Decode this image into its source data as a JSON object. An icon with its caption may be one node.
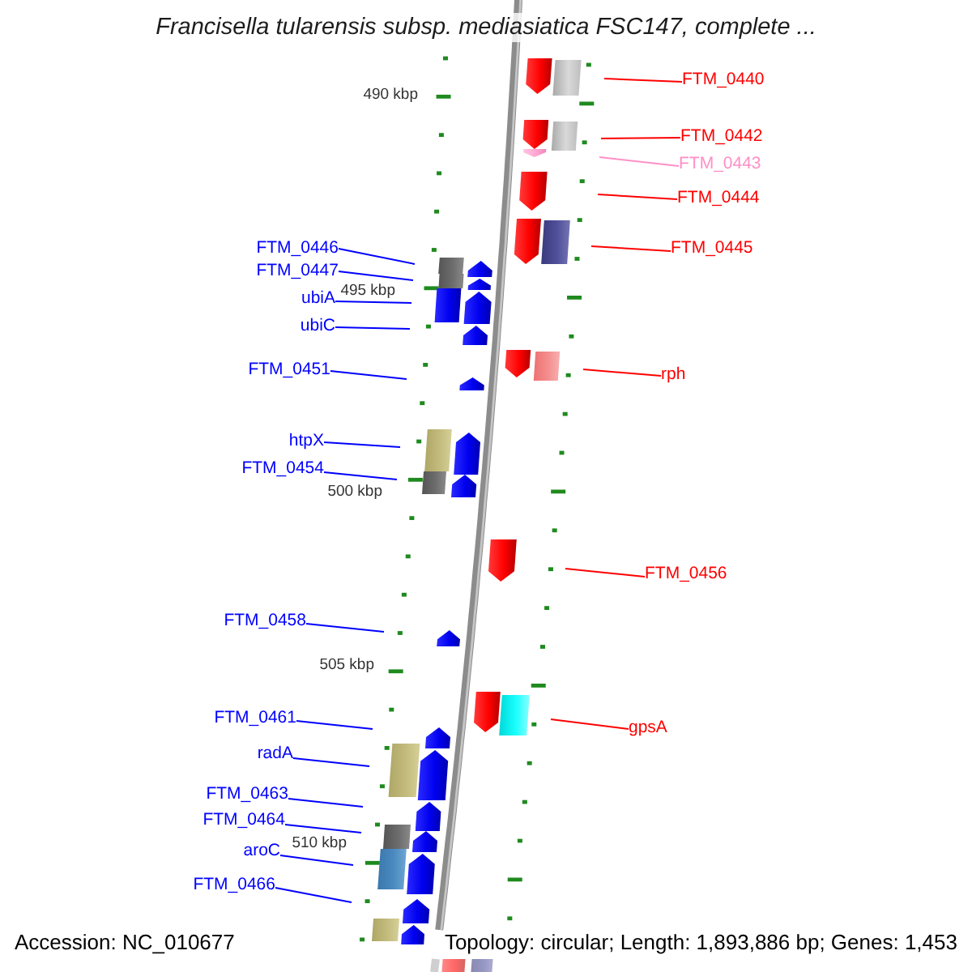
{
  "diagram": {
    "title": "Francisella tularensis subsp. mediasiatica FSC147, complete ...",
    "nodes": [
      {
        "text": [
          "FTM_0440"
        ]
      },
      {
        "text": [
          "FTM_0442"
        ]
      },
      {
        "text": [
          "FTM_0443"
        ]
      },
      {
        "text": [
          "FTM_0444"
        ]
      },
      {
        "text": [
          "FTM_0446"
        ]
      },
      {
        "text": [
          "FTM_0445"
        ]
      },
      {
        "text": [
          "FTM_0447"
        ]
      },
      {
        "text": [
          "ubiA"
        ]
      },
      {
        "text": [
          "ubiC"
        ]
      },
      {
        "text": [
          "FTM_0451"
        ]
      },
      {
        "text": [
          "rph"
        ]
      },
      {
        "text": [
          "htpX"
        ]
      },
      {
        "text": [
          "FTM_0454"
        ]
      },
      {
        "text": [
          "FTM_0456"
        ]
      },
      {
        "text": [
          "FTM_0458"
        ]
      },
      {
        "text": [
          "FTM_0461"
        ]
      },
      {
        "text": [
          "gpsA"
        ]
      },
      {
        "text": [
          "radA"
        ]
      },
      {
        "text": [
          "FTM_0463"
        ]
      },
      {
        "text": [
          "FTM_0464"
        ]
      },
      {
        "text": [
          "aroC"
        ]
      },
      {
        "text": [
          "FTM_0466"
        ]
      }
    ],
    "edges": [
      {
        "from": 0,
        "to": null,
        "arrow": "none",
        "color": "#ff0000"
      },
      {
        "from": 1,
        "to": null,
        "arrow": "none",
        "color": "#ff0000"
      },
      {
        "from": 2,
        "to": null,
        "arrow": "none",
        "color": "#ff8fc7"
      },
      {
        "from": 3,
        "to": null,
        "arrow": "none",
        "color": "#ff0000"
      },
      {
        "from": 4,
        "to": null,
        "arrow": "none"
      },
      {
        "from": 5,
        "to": null,
        "arrow": "none",
        "color": "#ff0000"
      },
      {
        "from": 6,
        "to": null,
        "arrow": "none"
      },
      {
        "from": 7,
        "to": null,
        "arrow": "none"
      },
      {
        "from": 8,
        "to": null,
        "arrow": "none"
      },
      {
        "from": 9,
        "to": null,
        "arrow": "none"
      },
      {
        "from": 10,
        "to": null,
        "arrow": "none",
        "color": "#ff0000"
      },
      {
        "from": 11,
        "to": null,
        "arrow": "none"
      },
      {
        "from": 12,
        "to": null,
        "arrow": "none"
      },
      {
        "from": 13,
        "to": null,
        "arrow": "none",
        "color": "#ff0000"
      },
      {
        "from": 14,
        "to": null,
        "arrow": "none"
      },
      {
        "from": 15,
        "to": null,
        "arrow": "none"
      },
      {
        "from": 16,
        "to": null,
        "arrow": "none",
        "color": "#ff0000"
      },
      {
        "from": 17,
        "to": null,
        "arrow": "none"
      },
      {
        "from": 18,
        "to": null,
        "arrow": "none"
      },
      {
        "from": 19,
        "to": null,
        "arrow": "none"
      },
      {
        "from": 20,
        "to": null,
        "arrow": "none"
      },
      {
        "from": 21,
        "to": null,
        "arrow": "none"
      }
    ],
    "labels": [
      "490 kbp",
      "495 kbp",
      "500 kbp",
      "505 kbp",
      "510 kbp",
      "Accession: NC_010677",
      "Topology: circular; Length: 1,893,886 bp; Genes: 1,453"
    ]
  }
}
